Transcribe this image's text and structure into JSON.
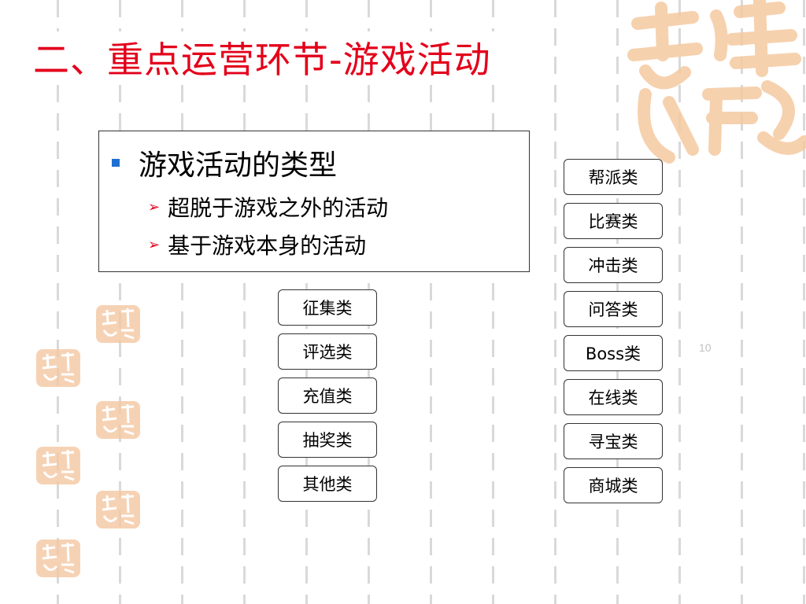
{
  "title": "二、重点运营环节-游戏活动",
  "textbox": {
    "heading": "游戏活动的类型",
    "items": [
      "超脱于游戏之外的活动",
      "基于游戏本身的活动"
    ]
  },
  "left_categories": [
    "征集类",
    "评选类",
    "充值类",
    "抽奖类",
    "其他类"
  ],
  "right_categories": [
    "帮派类",
    "比赛类",
    "冲击类",
    "问答类",
    "Boss类",
    "在线类",
    "寻宝类",
    "商城类"
  ],
  "page_number": "10",
  "decor": {
    "seal_text": "吉祥如意",
    "seal_color": "#f7cfa6",
    "title_color": "#e3001b",
    "bullet_color": "#1f6fd1"
  }
}
